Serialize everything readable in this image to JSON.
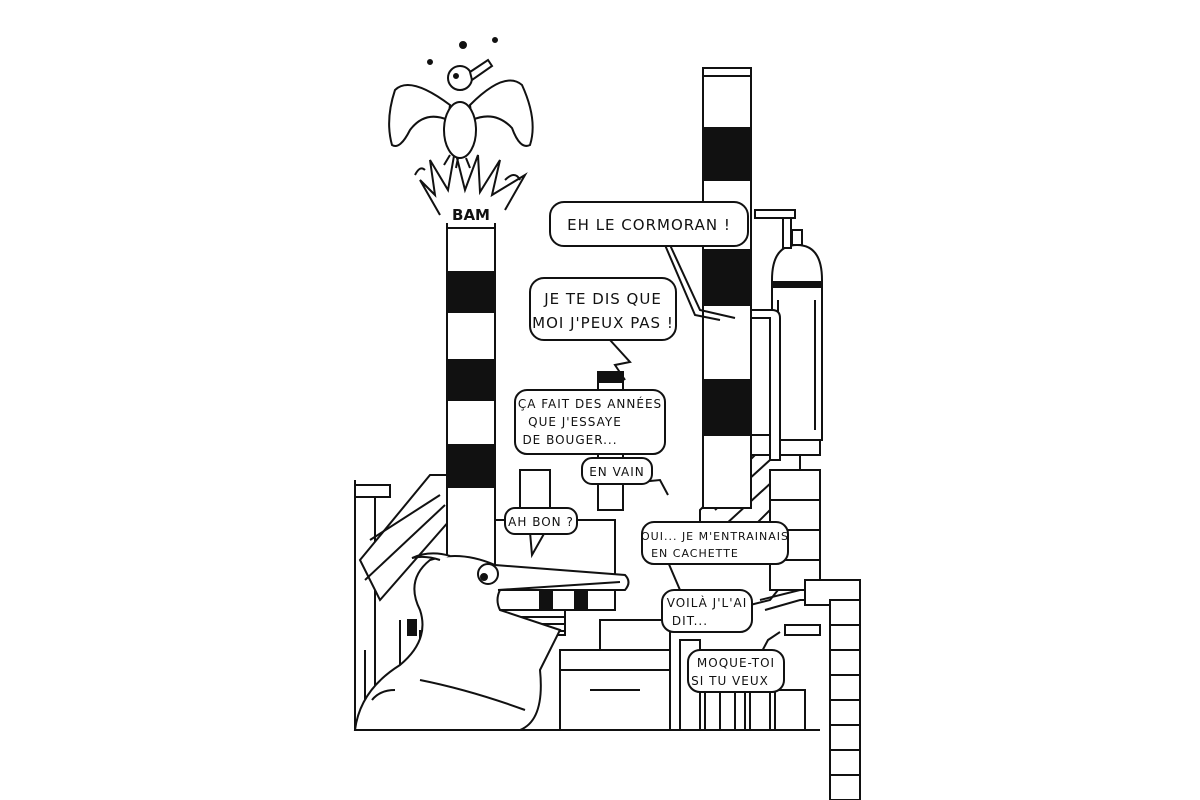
{
  "comic": {
    "sound_effect": "BAM",
    "bubbles": {
      "eh_cormoran": "EH LE CORMORAN !",
      "je_te_dis_1": "JE TE DIS QUE",
      "je_te_dis_2": "MOI J'PEUX PAS !",
      "ca_fait_1": "ÇA FAIT DES ANNÉES",
      "ca_fait_2": "QUE J'ESSAYE",
      "ca_fait_3": "DE BOUGER...",
      "en_vain": "EN VAIN",
      "ah_bon": "AH BON ?",
      "oui_1": "OUI... JE M'ENTRAINAIS",
      "oui_2": "EN CACHETTE",
      "voila_1": "VOILÀ J'L'AI",
      "voila_2": "DIT...",
      "moque_1": "MOQUE-TOI",
      "moque_2": "SI TU VEUX"
    }
  }
}
